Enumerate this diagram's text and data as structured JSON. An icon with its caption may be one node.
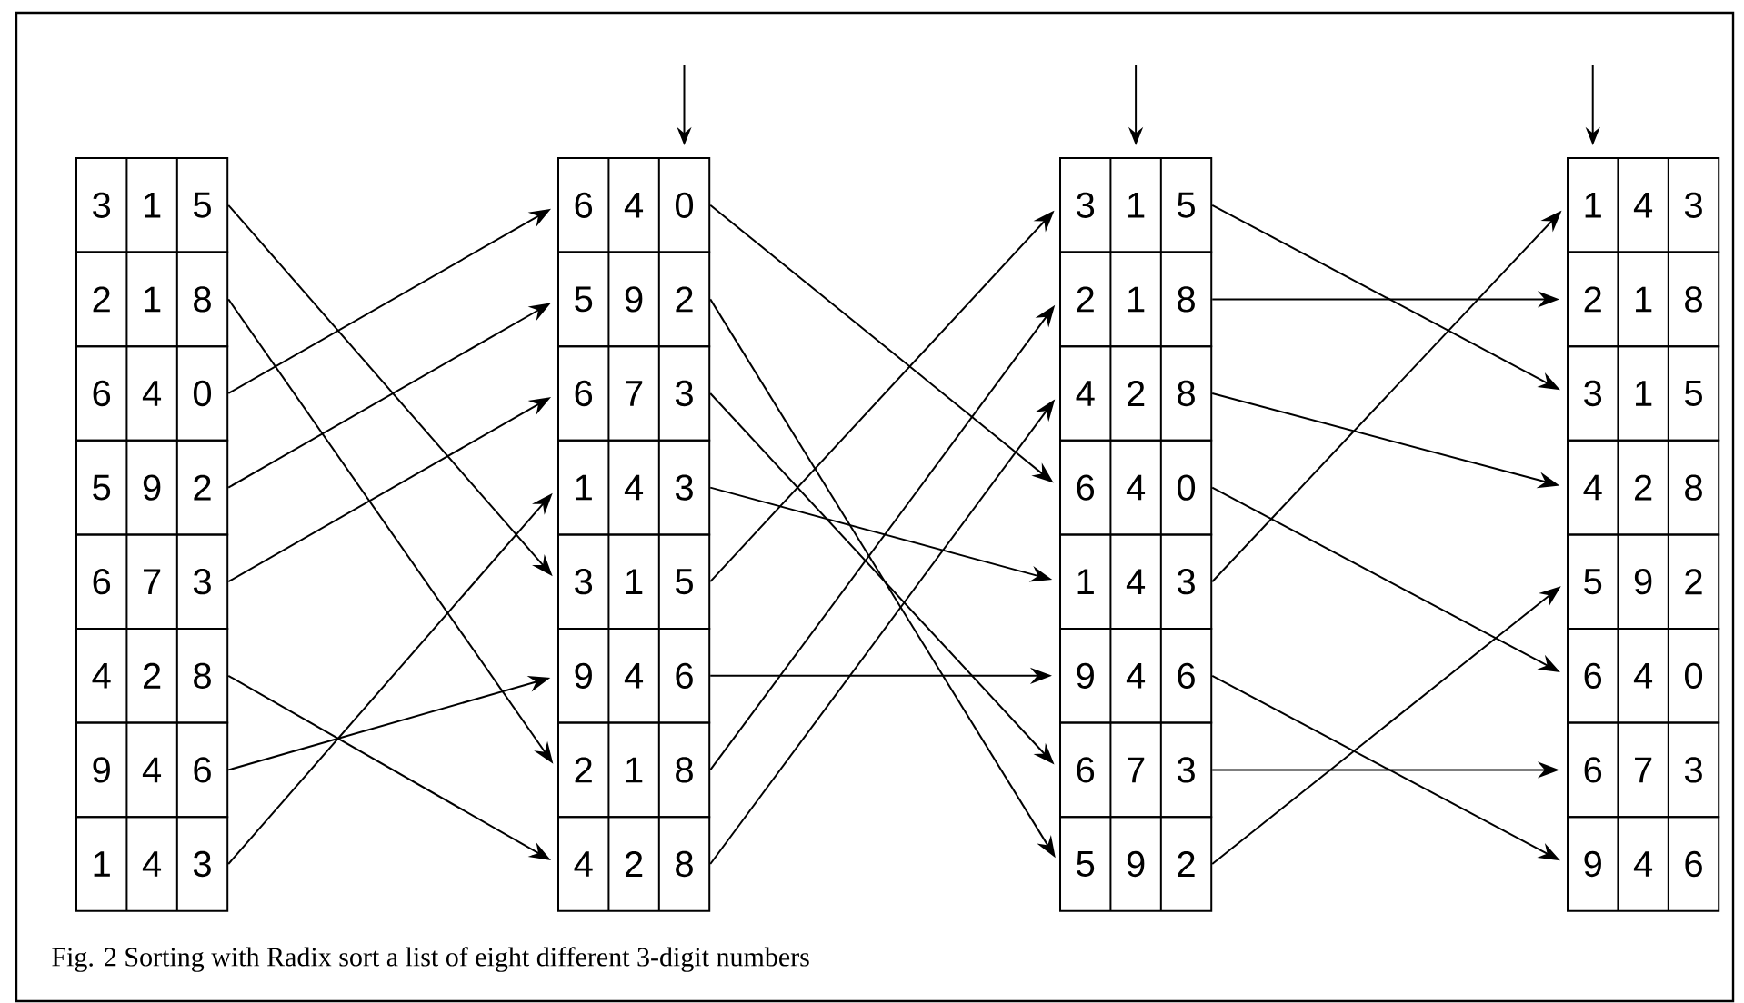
{
  "diagram": {
    "caption": "Fig. 2    Sorting with Radix sort a list of eight different 3-digit numbers",
    "nodes": [
      {
        "text": [
          "3",
          "1",
          "5"
        ]
      },
      {
        "text": [
          "2",
          "1",
          "8"
        ]
      },
      {
        "text": [
          "6",
          "4",
          "0"
        ]
      },
      {
        "text": [
          "5",
          "9",
          "2"
        ]
      },
      {
        "text": [
          "6",
          "7",
          "3"
        ]
      },
      {
        "text": [
          "4",
          "2",
          "8"
        ]
      },
      {
        "text": [
          "9",
          "4",
          "6"
        ]
      },
      {
        "text": [
          "1",
          "4",
          "3"
        ]
      },
      {
        "text": [
          "6",
          "4",
          "0"
        ]
      },
      {
        "text": [
          "5",
          "9",
          "2"
        ]
      },
      {
        "text": [
          "6",
          "7",
          "3"
        ]
      },
      {
        "text": [
          "1",
          "4",
          "3"
        ]
      },
      {
        "text": [
          "3",
          "1",
          "5"
        ]
      },
      {
        "text": [
          "9",
          "4",
          "6"
        ]
      },
      {
        "text": [
          "2",
          "1",
          "8"
        ]
      },
      {
        "text": [
          "4",
          "2",
          "8"
        ]
      },
      {
        "text": [
          "3",
          "1",
          "5"
        ]
      },
      {
        "text": [
          "2",
          "1",
          "8"
        ]
      },
      {
        "text": [
          "4",
          "2",
          "8"
        ]
      },
      {
        "text": [
          "6",
          "4",
          "0"
        ]
      },
      {
        "text": [
          "1",
          "4",
          "3"
        ]
      },
      {
        "text": [
          "9",
          "4",
          "6"
        ]
      },
      {
        "text": [
          "6",
          "7",
          "3"
        ]
      },
      {
        "text": [
          "5",
          "9",
          "2"
        ]
      },
      {
        "text": [
          "1",
          "4",
          "3"
        ]
      },
      {
        "text": [
          "2",
          "1",
          "8"
        ]
      },
      {
        "text": [
          "3",
          "1",
          "5"
        ]
      },
      {
        "text": [
          "4",
          "2",
          "8"
        ]
      },
      {
        "text": [
          "5",
          "9",
          "2"
        ]
      },
      {
        "text": [
          "6",
          "4",
          "0"
        ]
      },
      {
        "text": [
          "6",
          "7",
          "3"
        ]
      },
      {
        "text": [
          "9",
          "4",
          "6"
        ]
      }
    ],
    "edges": [
      {
        "from": 0,
        "to": 12,
        "arrow": "to"
      },
      {
        "from": 1,
        "to": 14,
        "arrow": "to"
      },
      {
        "from": 2,
        "to": 8,
        "arrow": "to"
      },
      {
        "from": 3,
        "to": 9,
        "arrow": "to"
      },
      {
        "from": 4,
        "to": 10,
        "arrow": "to"
      },
      {
        "from": 5,
        "to": 15,
        "arrow": "to"
      },
      {
        "from": 6,
        "to": 13,
        "arrow": "to"
      },
      {
        "from": 7,
        "to": 11,
        "arrow": "to"
      },
      {
        "from": 8,
        "to": 19,
        "arrow": "to"
      },
      {
        "from": 9,
        "to": 23,
        "arrow": "to"
      },
      {
        "from": 10,
        "to": 22,
        "arrow": "to"
      },
      {
        "from": 11,
        "to": 20,
        "arrow": "to"
      },
      {
        "from": 12,
        "to": 16,
        "arrow": "to"
      },
      {
        "from": 13,
        "to": 21,
        "arrow": "to"
      },
      {
        "from": 14,
        "to": 17,
        "arrow": "to"
      },
      {
        "from": 15,
        "to": 18,
        "arrow": "to"
      },
      {
        "from": 16,
        "to": 26,
        "arrow": "to"
      },
      {
        "from": 17,
        "to": 25,
        "arrow": "to"
      },
      {
        "from": 18,
        "to": 27,
        "arrow": "to"
      },
      {
        "from": 19,
        "to": 29,
        "arrow": "to"
      },
      {
        "from": 20,
        "to": 24,
        "arrow": "to"
      },
      {
        "from": 21,
        "to": 31,
        "arrow": "to"
      },
      {
        "from": 22,
        "to": 30,
        "arrow": "to"
      },
      {
        "from": 23,
        "to": 28,
        "arrow": "to"
      }
    ]
  }
}
